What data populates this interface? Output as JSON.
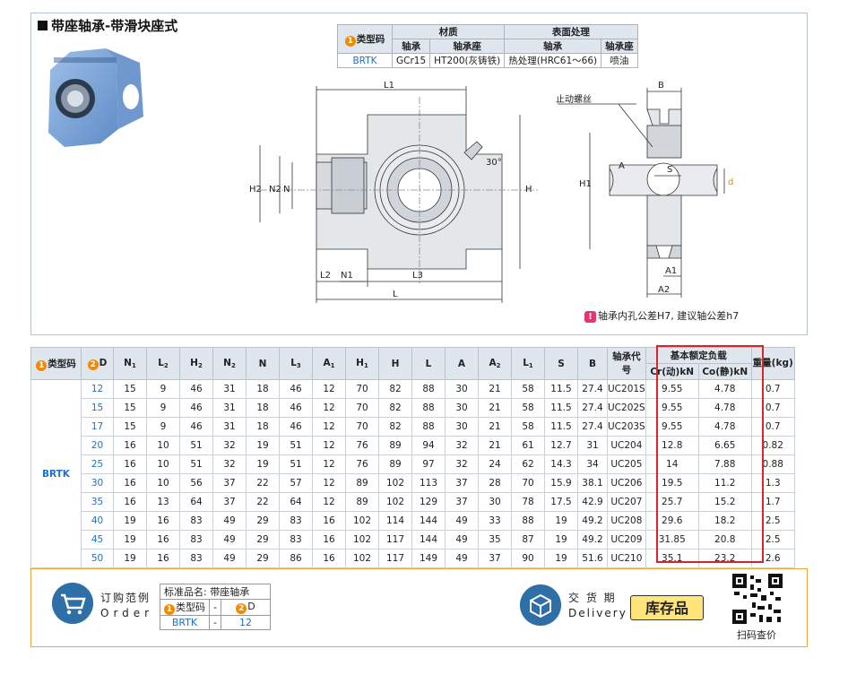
{
  "title": "带座轴承-带滑块座式",
  "material": {
    "type_label": "类型码",
    "badge1": "❶",
    "material_label": "材质",
    "surface_label": "表面处理",
    "bearing_label": "轴承",
    "housing_label": "轴承座",
    "type_value": "BRTK",
    "bearing_material": "GCr15",
    "housing_material": "HT200(灰铸铁)",
    "bearing_surface": "热处理(HRC61～66)",
    "housing_surface": "喷油"
  },
  "drawing_labels": {
    "L1": "L1",
    "B": "B",
    "lock_screw": "止动螺丝",
    "H2": "H2",
    "N2": "N2",
    "N": "N",
    "H": "H",
    "angle": "30°",
    "L2": "L2",
    "N1": "N1",
    "L3": "L3",
    "L": "L",
    "H1": "H1",
    "S": "S",
    "A": "A",
    "A1": "A1",
    "A2": "A2",
    "d": "d"
  },
  "note": "轴承内孔公差H7, 建议轴公差h7",
  "table": {
    "headers": [
      "类型码",
      "D",
      "N1",
      "L2",
      "H2",
      "N2",
      "N",
      "L3",
      "A1",
      "H1",
      "H",
      "L",
      "A",
      "A2",
      "L1",
      "S",
      "B",
      "轴承代号",
      "Cr(动)kN",
      "Co(静)kN",
      "重量(kg)"
    ],
    "load_header": "基本额定负载",
    "type": "BRTK",
    "rows": [
      [
        "12",
        "15",
        "9",
        "46",
        "31",
        "18",
        "46",
        "12",
        "70",
        "82",
        "88",
        "30",
        "21",
        "58",
        "11.5",
        "27.4",
        "UC201S",
        "9.55",
        "4.78",
        "0.7"
      ],
      [
        "15",
        "15",
        "9",
        "46",
        "31",
        "18",
        "46",
        "12",
        "70",
        "82",
        "88",
        "30",
        "21",
        "58",
        "11.5",
        "27.4",
        "UC202S",
        "9.55",
        "4.78",
        "0.7"
      ],
      [
        "17",
        "15",
        "9",
        "46",
        "31",
        "18",
        "46",
        "12",
        "70",
        "82",
        "88",
        "30",
        "21",
        "58",
        "11.5",
        "27.4",
        "UC203S",
        "9.55",
        "4.78",
        "0.7"
      ],
      [
        "20",
        "16",
        "10",
        "51",
        "32",
        "19",
        "51",
        "12",
        "76",
        "89",
        "94",
        "32",
        "21",
        "61",
        "12.7",
        "31",
        "UC204",
        "12.8",
        "6.65",
        "0.82"
      ],
      [
        "25",
        "16",
        "10",
        "51",
        "32",
        "19",
        "51",
        "12",
        "76",
        "89",
        "97",
        "32",
        "24",
        "62",
        "14.3",
        "34",
        "UC205",
        "14",
        "7.88",
        "0.88"
      ],
      [
        "30",
        "16",
        "10",
        "56",
        "37",
        "22",
        "57",
        "12",
        "89",
        "102",
        "113",
        "37",
        "28",
        "70",
        "15.9",
        "38.1",
        "UC206",
        "19.5",
        "11.2",
        "1.3"
      ],
      [
        "35",
        "16",
        "13",
        "64",
        "37",
        "22",
        "64",
        "12",
        "89",
        "102",
        "129",
        "37",
        "30",
        "78",
        "17.5",
        "42.9",
        "UC207",
        "25.7",
        "15.2",
        "1.7"
      ],
      [
        "40",
        "19",
        "16",
        "83",
        "49",
        "29",
        "83",
        "16",
        "102",
        "114",
        "144",
        "49",
        "33",
        "88",
        "19",
        "49.2",
        "UC208",
        "29.6",
        "18.2",
        "2.5"
      ],
      [
        "45",
        "19",
        "16",
        "83",
        "49",
        "29",
        "83",
        "16",
        "102",
        "117",
        "144",
        "49",
        "35",
        "87",
        "19",
        "49.2",
        "UC209",
        "31.85",
        "20.8",
        "2.5"
      ],
      [
        "50",
        "19",
        "16",
        "83",
        "49",
        "29",
        "86",
        "16",
        "102",
        "117",
        "149",
        "49",
        "37",
        "90",
        "19",
        "51.6",
        "UC210",
        "35.1",
        "23.2",
        "2.6"
      ]
    ]
  },
  "order": {
    "title_cn": "订购范例",
    "title_en": "Order",
    "std_name": "标准品名: 带座轴承",
    "type_label": "类型码",
    "d_label": "D",
    "dash": "-",
    "type_value": "BRTK",
    "d_value": "12"
  },
  "delivery": {
    "title_cn": "交 货 期",
    "title_en": "Delivery",
    "stock": "库存品"
  },
  "qr_label": "扫码查价"
}
